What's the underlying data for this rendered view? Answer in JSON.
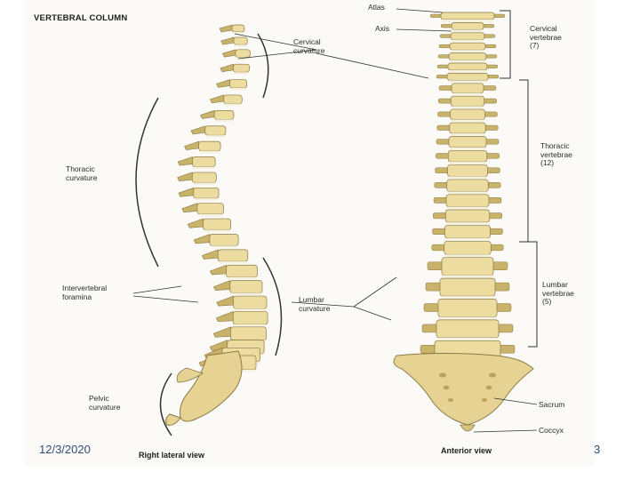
{
  "title": "VERTEBRAL COLUMN",
  "labels": {
    "cervical_curvature": "Cervical\ncurvature",
    "thoracic_curvature": "Thoracic\ncurvature",
    "intervertebral_foramina": "Intervertebral\nforamina",
    "lumbar_curvature": "Lumbar\ncurvature",
    "pelvic_curvature": "Pelvic\ncurvature",
    "atlas": "Atlas",
    "axis": "Axis",
    "cervical_vertebrae": "Cervical\nvertebrae\n(7)",
    "thoracic_vertebrae": "Thoracic\nvertebrae\n(12)",
    "lumbar_vertebrae": "Lumbar\nvertebrae\n(5)",
    "sacrum": "Sacrum",
    "coccyx": "Coccyx"
  },
  "captions": {
    "lateral": "Right lateral view",
    "anterior": "Anterior view"
  },
  "footer": {
    "date": "12/3/2020",
    "page_number": "3"
  },
  "colors": {
    "bone": "#ecdca0",
    "bone_shadow": "#c9b36a",
    "disc": "#f6f2e2",
    "outline": "#8a7a45"
  }
}
